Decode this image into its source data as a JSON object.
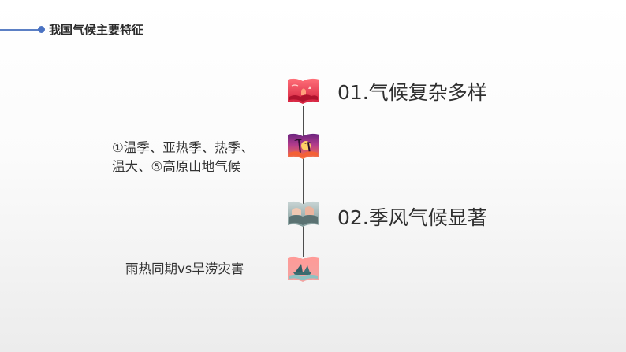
{
  "header": {
    "title": "我国气候主要特征"
  },
  "timeline": {
    "items": [
      {
        "icon": "book-icon",
        "theme": "red-sunset"
      },
      {
        "icon": "book-icon",
        "theme": "purple-palm"
      },
      {
        "icon": "book-icon",
        "theme": "gray-fog"
      },
      {
        "icon": "book-icon",
        "theme": "pink-ship"
      }
    ],
    "headings": [
      "01.气候复杂多样",
      "02.季风气候显著"
    ],
    "details": [
      [
        "①温季、亚热季、热季、",
        "温大、⑤高原山地气候"
      ],
      [
        "雨热同期vs旱涝灾害"
      ]
    ]
  },
  "colors": {
    "accent": "#4a72c2",
    "text": "#333333",
    "timeline": "#4d4d4d"
  }
}
